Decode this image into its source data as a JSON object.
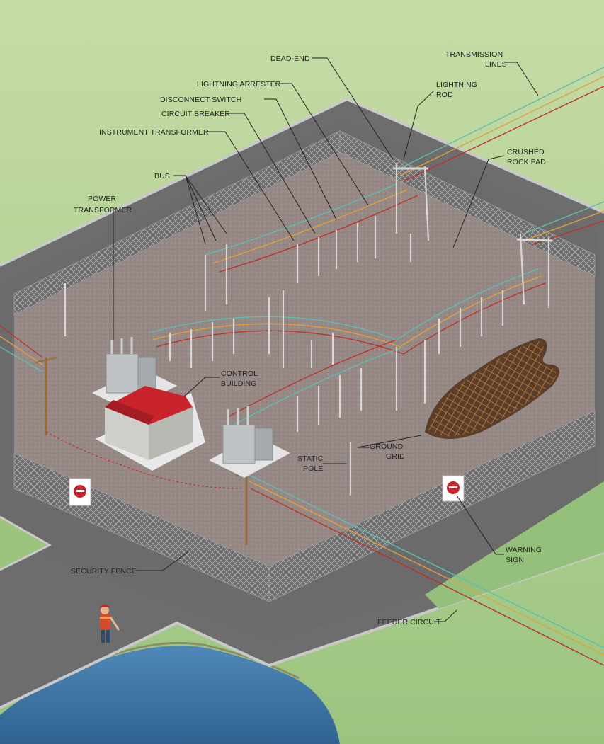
{
  "labels": {
    "dead_end": "DEAD-END",
    "transmission_1": "TRANSMISSION",
    "transmission_2": "LINES",
    "lightning_arrester": "LIGHTNING ARRESTER",
    "lightning_rod_1": "LIGHTNING",
    "lightning_rod_2": "ROD",
    "disconnect_switch": "DISCONNECT SWITCH",
    "circuit_breaker": "CIRCUIT BREAKER",
    "instrument_transformer": "INSTRUMENT TRANSFORMER",
    "crushed_rock_1": "CRUSHED",
    "crushed_rock_2": "ROCK PAD",
    "bus": "BUS",
    "power_transformer_1": "POWER",
    "power_transformer_2": "TRANSFORMER",
    "control_building_1": "CONTROL",
    "control_building_2": "BUILDING",
    "ground_grid_1": "GROUND",
    "ground_grid_2": "GRID",
    "static_pole_1": "STATIC",
    "static_pole_2": "POLE",
    "warning_sign_1": "WARNING",
    "warning_sign_2": "SIGN",
    "security_fence": "SECURITY FENCE",
    "feeder_circuit": "FEEDER CIRCUIT"
  },
  "colors": {
    "grass": "#a9c98a",
    "road": "#6b6b6b",
    "curb": "#c8c8c8",
    "gravel": "#948783",
    "water": "#3f78a8",
    "building_roof": "#c9242c",
    "phase_red": "#c0302a",
    "phase_orange": "#e0a03a",
    "phase_teal": "#5bbfb5",
    "ground_grid": "#b07a3a"
  }
}
